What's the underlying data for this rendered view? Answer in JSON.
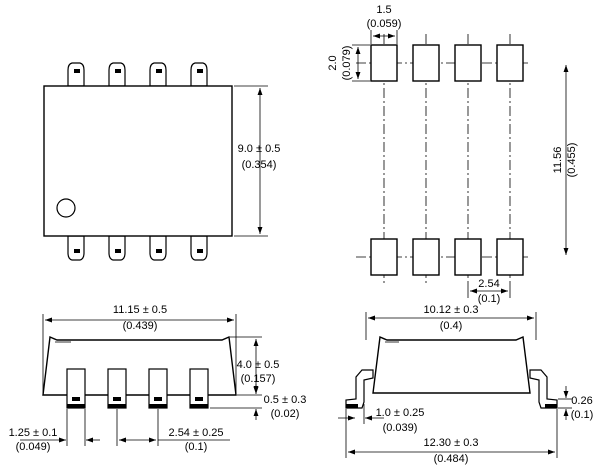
{
  "top_view": {
    "height_dim": "9.0 ± 0.5",
    "height_dim_in": "(0.354)"
  },
  "land_pattern": {
    "pad_width_dim": "1.5",
    "pad_width_dim_in": "(0.059)",
    "pad_height_dim": "2.0",
    "pad_height_dim_in": "(0.079)",
    "row_span_dim": "11.56",
    "row_span_dim_in": "(0.455)",
    "pitch_dim": "2.54",
    "pitch_dim_in": "(0.1)"
  },
  "side_view": {
    "length_dim": "11.15 ± 0.5",
    "length_dim_in": "(0.439)",
    "height_dim": "4.0 ± 0.5",
    "height_dim_in": "(0.157)",
    "standoff_dim": "0.5 ± 0.3",
    "standoff_dim_in": "(0.02)",
    "lead_width_dim": "1.25 ± 0.1",
    "lead_width_dim_in": "(0.049)",
    "pitch_dim": "2.54 ± 0.25",
    "pitch_dim_in": "(0.1)"
  },
  "end_view": {
    "body_width_dim": "10.12 ± 0.3",
    "body_width_dim_in": "(0.4)",
    "foot_thickness_dim": "0.26",
    "foot_thickness_dim_in": "(0.1)",
    "foot_length_dim": "1.0 ± 0.25",
    "foot_length_dim_in": "(0.039)",
    "overall_width_dim": "12.30 ± 0.3",
    "overall_width_dim_in": "(0.484)"
  }
}
